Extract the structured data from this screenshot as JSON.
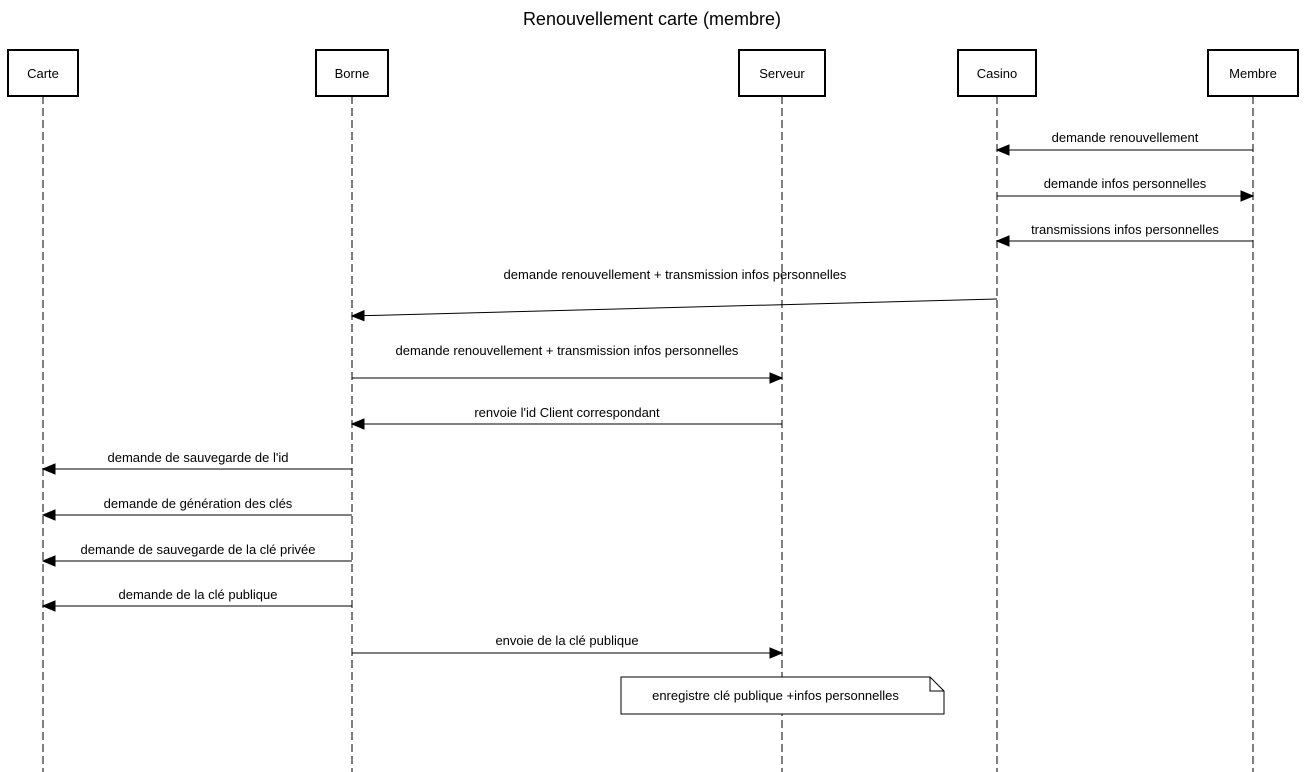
{
  "title": "Renouvellement carte (membre)",
  "participants": [
    {
      "id": "carte",
      "label": "Carte"
    },
    {
      "id": "borne",
      "label": "Borne"
    },
    {
      "id": "serveur",
      "label": "Serveur"
    },
    {
      "id": "casino",
      "label": "Casino"
    },
    {
      "id": "membre",
      "label": "Membre"
    }
  ],
  "messages": [
    {
      "from": "membre",
      "to": "casino",
      "label": "demande renouvellement"
    },
    {
      "from": "casino",
      "to": "membre",
      "label": "demande infos personnelles"
    },
    {
      "from": "membre",
      "to": "casino",
      "label": "transmissions infos personnelles"
    },
    {
      "from": "casino",
      "to": "borne",
      "label": "demande renouvellement + transmission infos personnelles"
    },
    {
      "from": "borne",
      "to": "serveur",
      "label": "demande renouvellement + transmission infos personnelles"
    },
    {
      "from": "serveur",
      "to": "borne",
      "label": "renvoie l'id Client correspondant"
    },
    {
      "from": "borne",
      "to": "carte",
      "label": "demande de sauvegarde de l'id"
    },
    {
      "from": "borne",
      "to": "carte",
      "label": "demande de génération des clés"
    },
    {
      "from": "borne",
      "to": "carte",
      "label": "demande de sauvegarde de la clé privée"
    },
    {
      "from": "borne",
      "to": "carte",
      "label": "demande de la clé publique"
    },
    {
      "from": "borne",
      "to": "serveur",
      "label": "envoie de la clé publique"
    }
  ],
  "note": {
    "attached_to": "serveur",
    "label": "enregistre clé publique +infos personnelles"
  }
}
